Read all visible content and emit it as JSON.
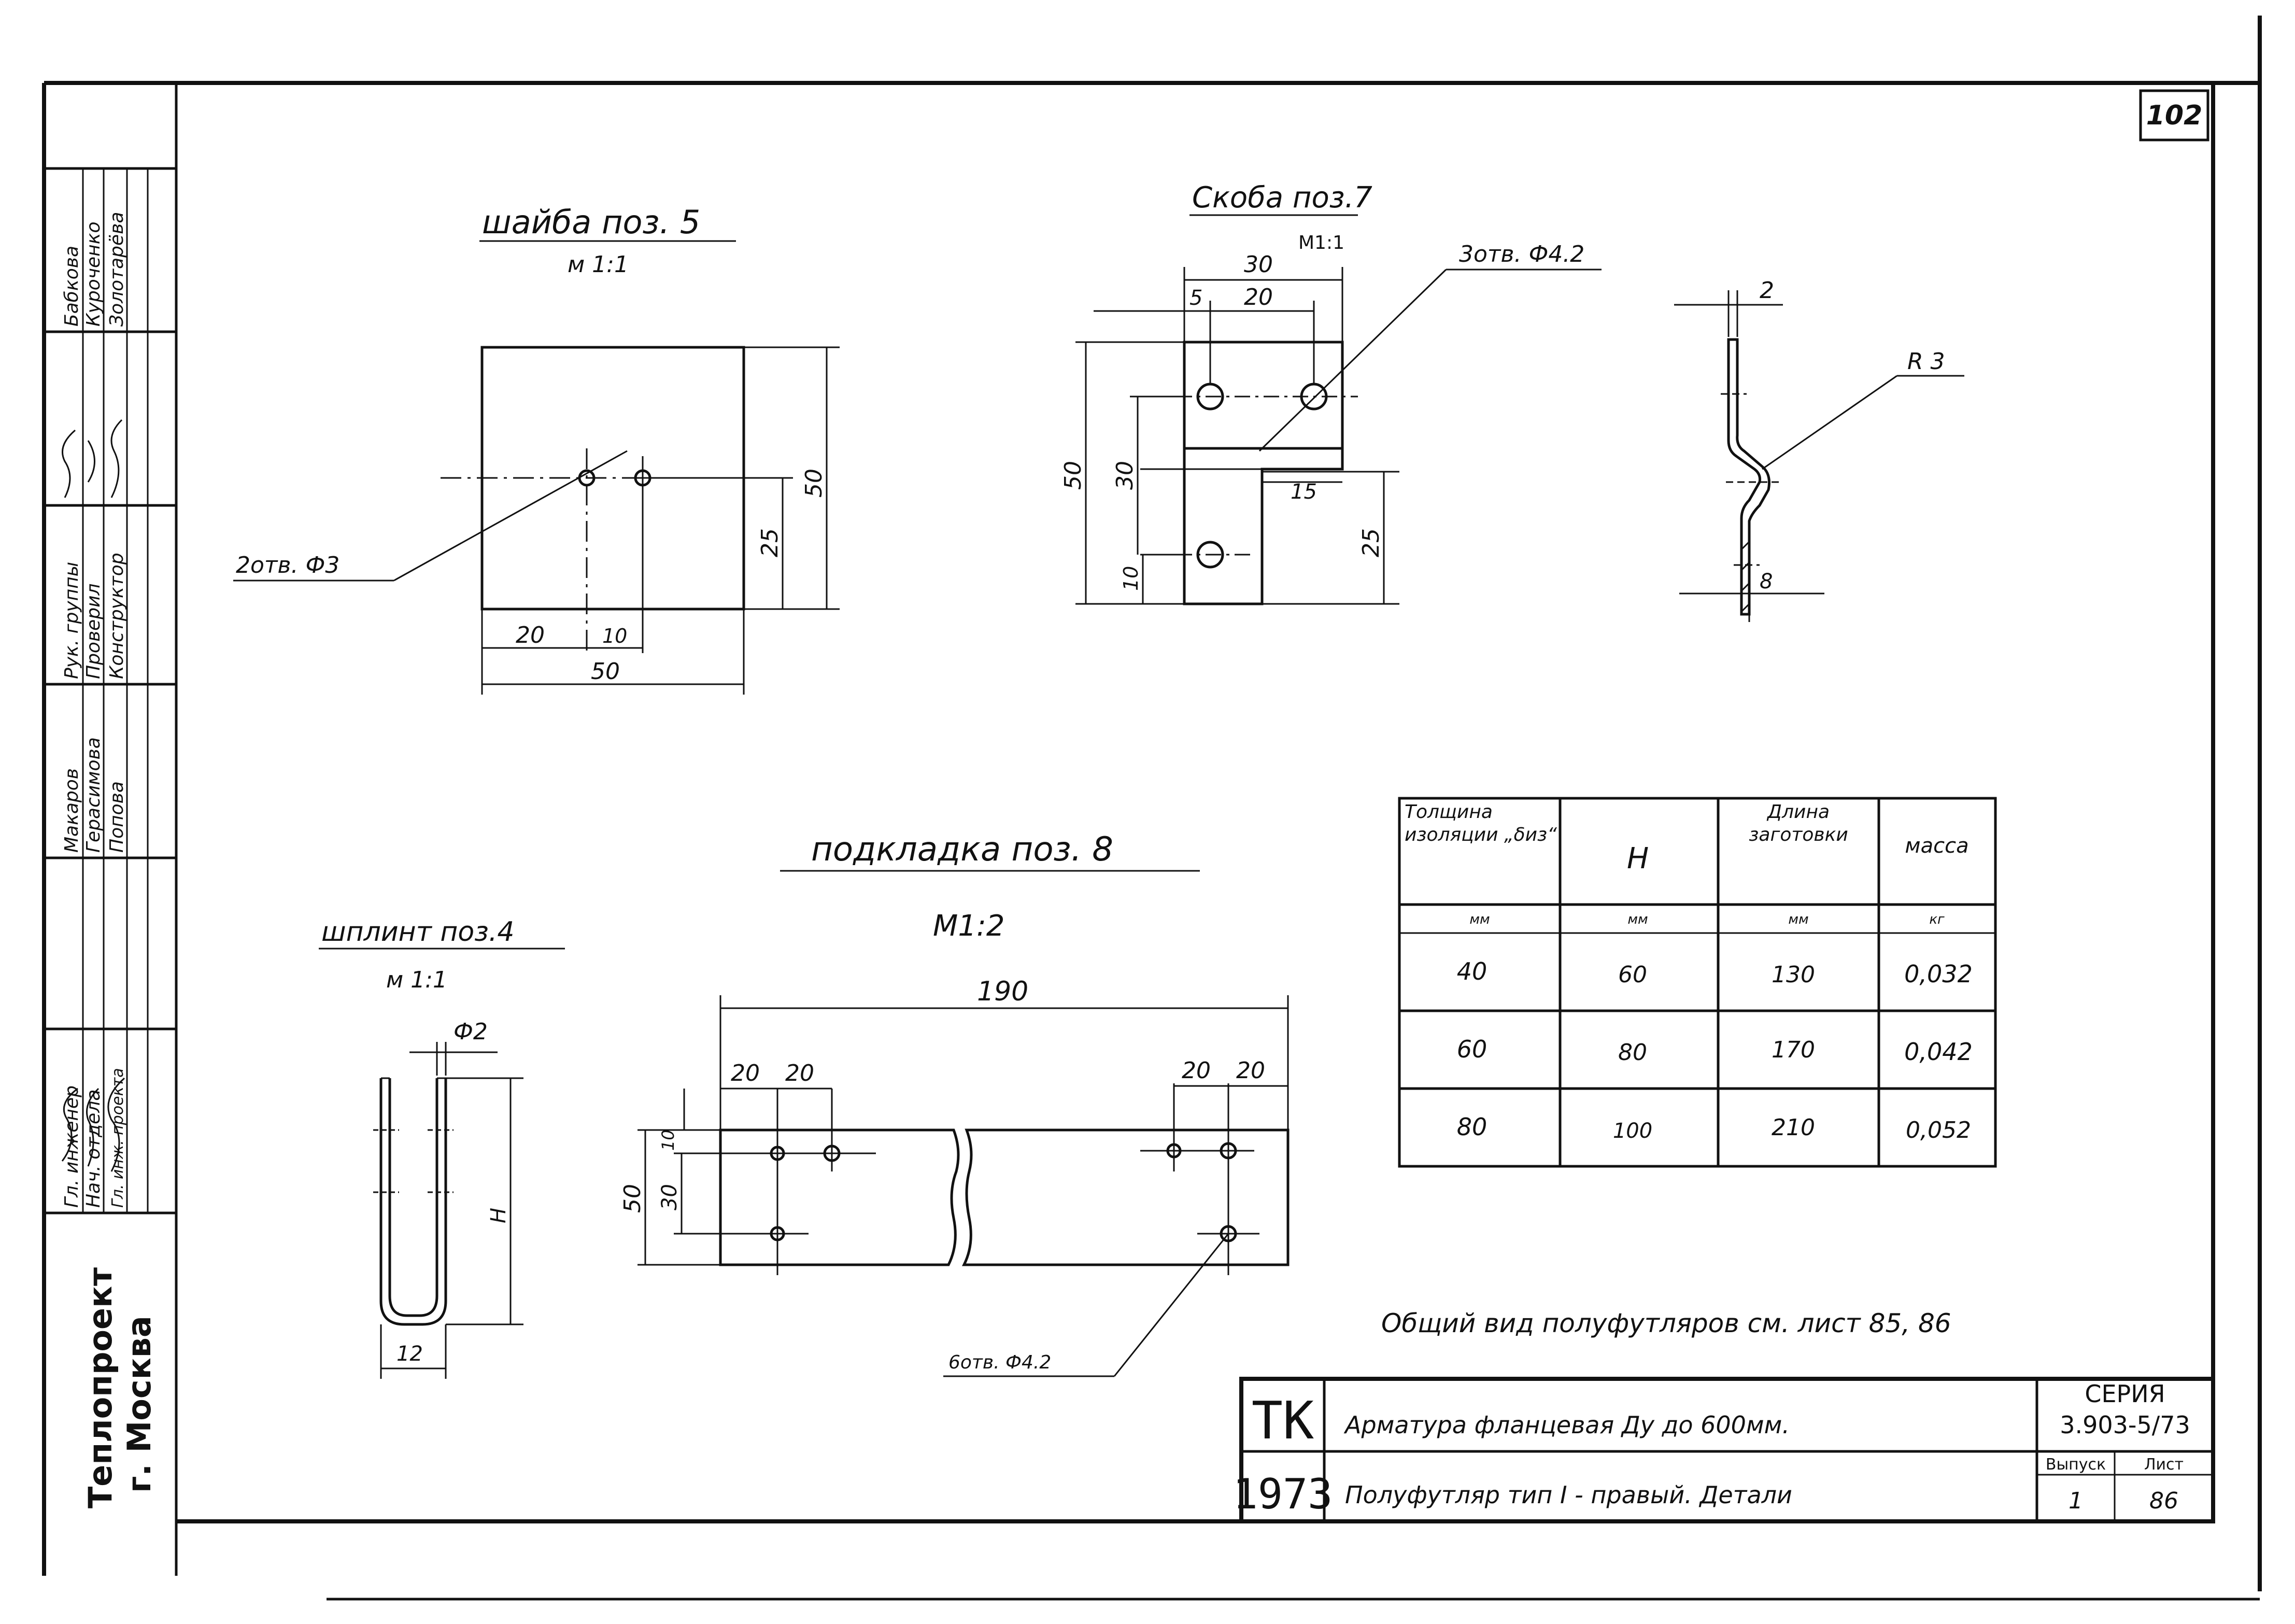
{
  "sheet_number": "102",
  "left_stamp": {
    "org_line1": "Теплопроект",
    "org_line2": "г. Москва",
    "roles": [
      "Гл. инженер",
      "Нач. отдела",
      "Гл. инж. проекта",
      "Рук. группы",
      "Проверил",
      "Конструктор"
    ],
    "names": [
      "Макаров",
      "Герасимова",
      "Попова",
      "Бабкова",
      "Куроченко",
      "Золотарёва"
    ]
  },
  "washer": {
    "title": "шайба поз. 5",
    "scale": "м 1:1",
    "dim_height": "50",
    "dim_half": "25",
    "dim_left": "20",
    "dim_pitch": "10",
    "dim_width": "50",
    "holes_label": "2отв. Ф3"
  },
  "bracket": {
    "title": "Скоба поз.7",
    "scale": "М1:1",
    "dim_total_w": "30",
    "dim_edge": "5",
    "dim_pitch": "20",
    "dim_height": "50",
    "dim_inner": "30",
    "dim_bottom": "10",
    "dim_tab_w": "15",
    "dim_tab_h": "25",
    "holes_label": "3отв. Ф4.2"
  },
  "bracket_profile": {
    "dim_thickness": "2",
    "radius": "R 3",
    "dim_offset": "8"
  },
  "pad": {
    "title": "подкладка поз. 8",
    "scale": "М1:2",
    "dim_length": "190",
    "dims_left": [
      "20",
      "20"
    ],
    "dims_right": [
      "20",
      "20"
    ],
    "dim_height": "50",
    "dim_inner": "30",
    "dim_top": "10",
    "holes_label": "6отв. Ф4.2"
  },
  "pin": {
    "title": "шплинт поз.4",
    "scale": "м 1:1",
    "dim_dia": "Ф2",
    "dim_h": "Н",
    "dim_width": "12"
  },
  "table": {
    "headers": [
      "Толщина изоляции „δиз“",
      "Н",
      "Длина заготовки",
      "масса"
    ],
    "units": [
      "мм",
      "мм",
      "мм",
      "кг"
    ],
    "rows": [
      [
        "40",
        "60",
        "130",
        "0,032"
      ],
      [
        "60",
        "80",
        "170",
        "0,042"
      ],
      [
        "80",
        "100",
        "210",
        "0,052"
      ]
    ]
  },
  "general_note": "Общий вид полуфутляров см. лист 85, 86",
  "title_block": {
    "tk": "ТК",
    "year": "1973",
    "line1": "Арматура фланцевая Ду до 600мм.",
    "line2": "Полуфутляр тип I - правый. Детали",
    "series_label": "СЕРИЯ",
    "series_value": "3.903-5/73",
    "issue_label": "Выпуск",
    "issue_value": "1",
    "sheet_label": "Лист",
    "sheet_value": "86"
  }
}
